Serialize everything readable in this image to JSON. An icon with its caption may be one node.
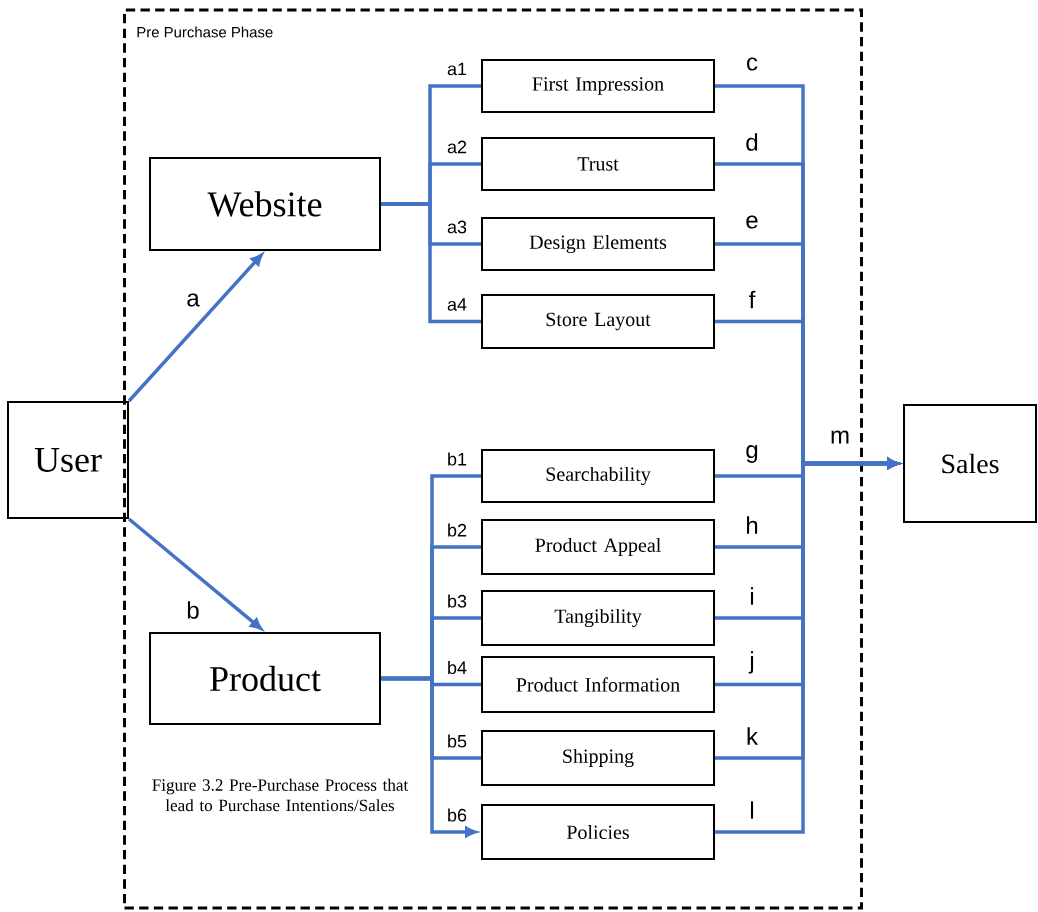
{
  "diagram": {
    "caption": "Figure 3.2 Pre-Purchase Process that lead to Purchase Intentions/Sales",
    "nodes": [
      {
        "text": [
          "Pre Purchase Phase"
        ]
      },
      {
        "text": [
          "User"
        ]
      },
      {
        "text": [
          "Website"
        ],
        "in": 0
      },
      {
        "text": [
          "First Impression"
        ],
        "in": 0
      },
      {
        "text": [
          "Trust"
        ],
        "in": 0
      },
      {
        "text": [
          "Design Elements"
        ],
        "in": 0
      },
      {
        "text": [
          "Store Layout"
        ],
        "in": 0
      },
      {
        "text": [
          "Product"
        ],
        "in": 0
      },
      {
        "text": [
          "Searchability"
        ],
        "in": 0
      },
      {
        "text": [
          "Product Appeal"
        ],
        "in": 0
      },
      {
        "text": [
          "Tangibility"
        ],
        "in": 0
      },
      {
        "text": [
          "Product Information"
        ],
        "in": 0
      },
      {
        "text": [
          "Shipping"
        ],
        "in": 0
      },
      {
        "text": [
          "Policies"
        ],
        "in": 0
      },
      {
        "text": [
          "Sales"
        ]
      }
    ],
    "edges": [
      {
        "from": 1,
        "to": 2,
        "arrow": "to",
        "label": "a"
      },
      {
        "from": 1,
        "to": 7,
        "arrow": "to",
        "label": "b"
      },
      {
        "from": 2,
        "to": 3,
        "arrow": "none",
        "label": "a1"
      },
      {
        "from": 2,
        "to": 4,
        "arrow": "none",
        "label": "a2"
      },
      {
        "from": 2,
        "to": 5,
        "arrow": "none",
        "label": "a3"
      },
      {
        "from": 2,
        "to": 6,
        "arrow": "none",
        "label": "a4"
      },
      {
        "from": 7,
        "to": 8,
        "arrow": "none",
        "label": "b1"
      },
      {
        "from": 7,
        "to": 9,
        "arrow": "none",
        "label": "b2"
      },
      {
        "from": 7,
        "to": 10,
        "arrow": "none",
        "label": "b3"
      },
      {
        "from": 7,
        "to": 11,
        "arrow": "none",
        "label": "b4"
      },
      {
        "from": 7,
        "to": 12,
        "arrow": "none",
        "label": "b5"
      },
      {
        "from": 7,
        "to": 13,
        "arrow": "to",
        "label": "b6"
      },
      {
        "from": 3,
        "to": 14,
        "arrow": "to",
        "label": "c"
      },
      {
        "from": 4,
        "to": 14,
        "arrow": "to",
        "label": "d"
      },
      {
        "from": 5,
        "to": 14,
        "arrow": "to",
        "label": "e"
      },
      {
        "from": 6,
        "to": 14,
        "arrow": "to",
        "label": "f"
      },
      {
        "from": 8,
        "to": 14,
        "arrow": "to",
        "label": "g"
      },
      {
        "from": 9,
        "to": 14,
        "arrow": "to",
        "label": "h"
      },
      {
        "from": 10,
        "to": 14,
        "arrow": "to",
        "label": "i"
      },
      {
        "from": 11,
        "to": 14,
        "arrow": "to",
        "label": "j"
      },
      {
        "from": 12,
        "to": 14,
        "arrow": "to",
        "label": "k"
      },
      {
        "from": 13,
        "to": 14,
        "arrow": "to",
        "label": "l"
      }
    ],
    "labels": [
      "m"
    ]
  }
}
